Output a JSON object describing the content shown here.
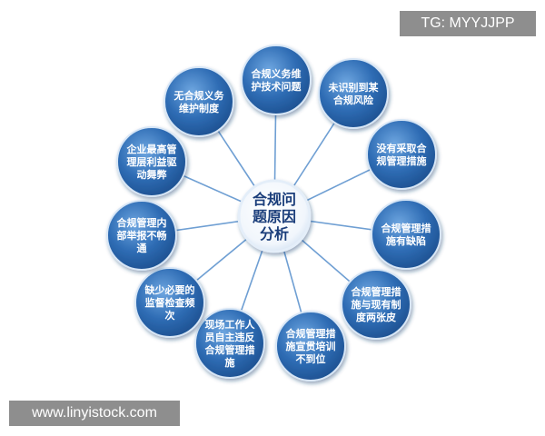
{
  "center": {
    "lines": [
      "合规问",
      "题原因",
      "分析"
    ]
  },
  "nodes": [
    {
      "lines": [
        "合规义务维",
        "护技术问题"
      ]
    },
    {
      "lines": [
        "未识别到某",
        "合规风险"
      ]
    },
    {
      "lines": [
        "没有采取合",
        "规管理措施"
      ]
    },
    {
      "lines": [
        "合规管理措",
        "施有缺陷"
      ]
    },
    {
      "lines": [
        "合规管理措",
        "施与现有制",
        "度两张皮"
      ]
    },
    {
      "lines": [
        "合规管理措",
        "施宣贯培训",
        "不到位"
      ]
    },
    {
      "lines": [
        "现场工作人",
        "员自主违反",
        "合规管理措",
        "施"
      ]
    },
    {
      "lines": [
        "缺少必要的",
        "监督检查频",
        "次"
      ]
    },
    {
      "lines": [
        "合规管理内",
        "部举报不畅",
        "通"
      ]
    },
    {
      "lines": [
        "企业最高管",
        "理层利益驱",
        "动舞弊"
      ]
    },
    {
      "lines": [
        "无合规义务",
        "维护制度"
      ]
    }
  ],
  "watermarks": {
    "top": "TG: MYYJJPP",
    "bottom": "www.linyistock.com"
  },
  "colors": {
    "node_fill": "#2f6db5",
    "node_highlight": "#5b96d6",
    "center_fill": "#ffffff",
    "center_text": "#1a3d7a",
    "spoke": "#6f9fd3"
  }
}
